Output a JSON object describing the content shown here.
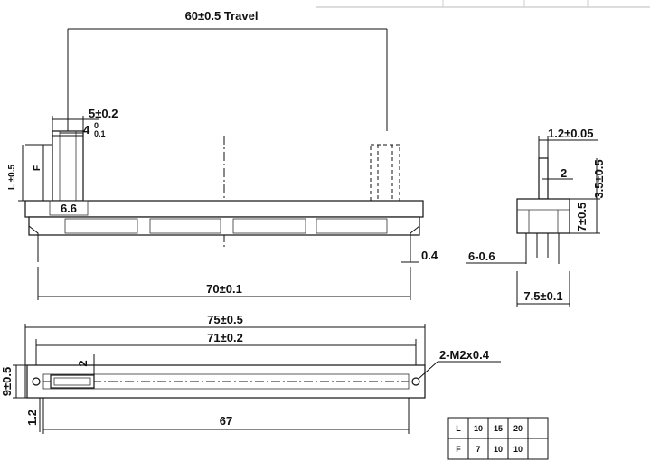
{
  "dimensions": {
    "travel": "60±0.5  Travel",
    "knob_width": "5±0.2",
    "knob_depth_main": "4",
    "knob_depth_tol_upper": "0",
    "knob_depth_tol_lower": "0.1",
    "lever_length": "L ±0.5",
    "lever_f": "F",
    "base_step": "6.6",
    "pin_offset": "0.4",
    "body_length": "70±0.1",
    "side_top_width": "1.2±0.05",
    "side_knob": "2",
    "side_height_upper": "3.5±0.5",
    "side_height_lower": "7±0.5",
    "pins": "6-0.6",
    "side_width": "7.5±0.1",
    "overall_length": "75±0.5",
    "mount_spacing": "71±0.2",
    "mount_holes": "2-M2x0.4",
    "slot_width": "2",
    "plate_height": "9±0.5",
    "edge_offset": "1.2",
    "slot_length": "67"
  },
  "table": {
    "rows": [
      [
        "L",
        "10",
        "15",
        "20",
        ""
      ],
      [
        "F",
        "7",
        "10",
        "10",
        ""
      ]
    ]
  }
}
